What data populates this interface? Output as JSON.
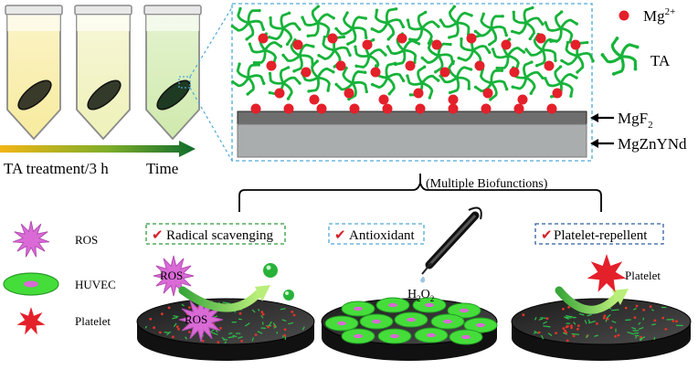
{
  "legend_top": {
    "mg_label": "Mg",
    "mg_sup": "2+",
    "ta_label": "TA"
  },
  "layers": {
    "mgf2": {
      "base": "MgF",
      "sub": "2"
    },
    "substrate": "MgZnYNd"
  },
  "timeline": {
    "treatment": "TA treatment/3 h",
    "time": "Time"
  },
  "bracket_label": "(Multiple Biofunctions)",
  "legend_side": [
    {
      "label": "ROS"
    },
    {
      "label": "HUVEC"
    },
    {
      "label": "Platelet"
    }
  ],
  "functions": [
    {
      "label": "Radical scavenging",
      "check": "✔"
    },
    {
      "label": "Antioxidant",
      "check": "✔"
    },
    {
      "label": "Platelet-repellent",
      "check": "✔"
    }
  ],
  "annotations": {
    "ros_a": "ROS",
    "ros_b": "ROS",
    "h2o2": {
      "h": "H",
      "sub1": "2",
      "o": "O",
      "sub2": "2"
    },
    "platelet": "Platelet"
  },
  "colors": {
    "mg": "#e4202a",
    "ta": "#17b33a",
    "ros": "#d96ad6",
    "huvec": "#45dd3a",
    "platelet": "#e4202a",
    "frame": "#4fa9d6",
    "gradient_start": "#f2b515",
    "gradient_end": "#0f6b2c"
  }
}
